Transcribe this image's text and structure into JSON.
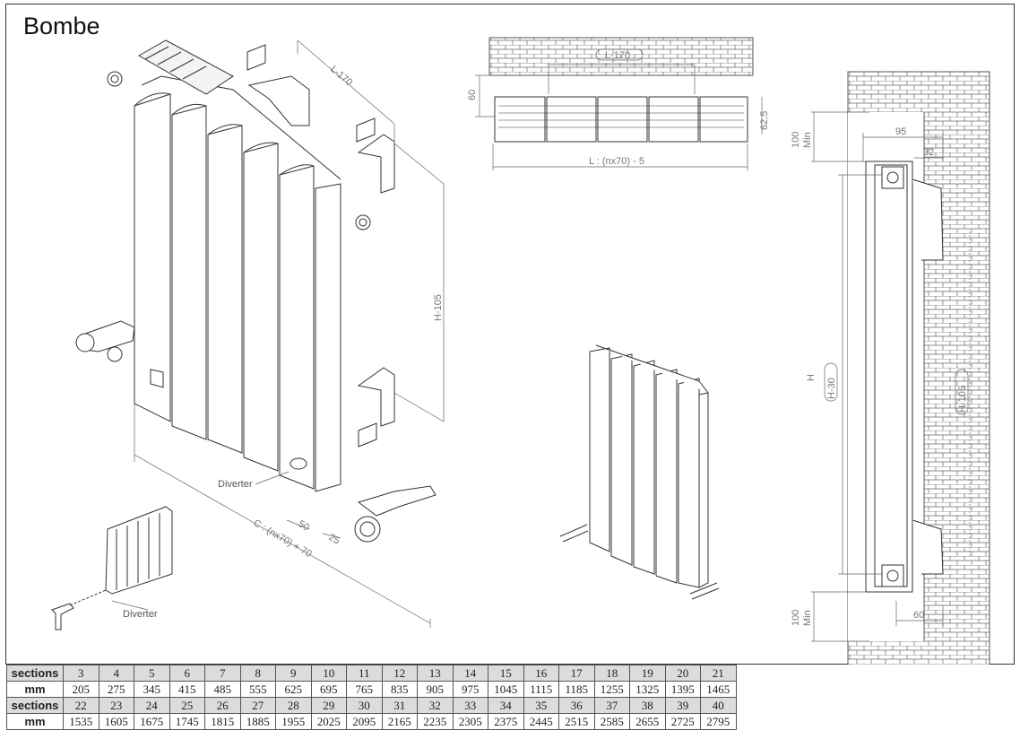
{
  "title": "Bombe",
  "labels": {
    "L-170": "L-170",
    "L-170 top": "L-170",
    "H-105 iso": "H-105",
    "C formula": "C : (nx70) + 70",
    "dim50": "50",
    "dim25": "25",
    "diverter_a": "Diverter",
    "diverter_b": "Diverter",
    "dim60": "60",
    "dim62_5": "62,5",
    "L formula": "L : (nx70) - 5",
    "dim100_top": "100",
    "min_top": "Min",
    "dim95": "95",
    "dim32": "32",
    "H": "H",
    "H-30": "H-30",
    "H-105 side": "H-105",
    "dim100_bottom": "100",
    "min_bottom": "Min",
    "dim60_side": "60"
  },
  "table": {
    "row_labels": [
      "sections",
      "mm",
      "sections",
      "mm"
    ],
    "sections_1": [
      "3",
      "4",
      "5",
      "6",
      "7",
      "8",
      "9",
      "10",
      "11",
      "12",
      "13",
      "14",
      "15",
      "16",
      "17",
      "18",
      "19",
      "20",
      "21"
    ],
    "mm_1": [
      "205",
      "275",
      "345",
      "415",
      "485",
      "555",
      "625",
      "695",
      "765",
      "835",
      "905",
      "975",
      "1045",
      "1115",
      "1185",
      "1255",
      "1325",
      "1395",
      "1465"
    ],
    "sections_2": [
      "22",
      "23",
      "24",
      "25",
      "26",
      "27",
      "28",
      "29",
      "30",
      "31",
      "32",
      "33",
      "34",
      "35",
      "36",
      "37",
      "38",
      "39",
      "40"
    ],
    "mm_2": [
      "1535",
      "1605",
      "1675",
      "1745",
      "1815",
      "1885",
      "1955",
      "2025",
      "2095",
      "2165",
      "2235",
      "2305",
      "2375",
      "2445",
      "2515",
      "2585",
      "2655",
      "2725",
      "2795"
    ]
  }
}
